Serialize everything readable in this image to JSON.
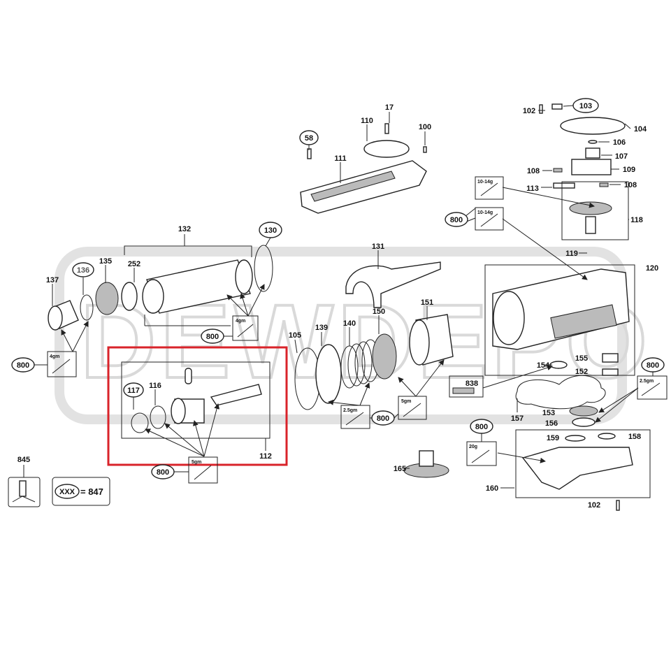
{
  "watermark": "DEWDEPO",
  "highlight_color": "#d9232a",
  "callouts": {
    "p58": "58",
    "p111": "111",
    "p110": "110",
    "p17": "17",
    "p100": "100",
    "p102a": "102",
    "p103": "103",
    "p104": "104",
    "p106": "106",
    "p107": "107",
    "p108a": "108",
    "p109": "109",
    "p113": "113",
    "p108b": "108",
    "p118": "118",
    "p119": "119",
    "p120": "120",
    "p132": "132",
    "p130": "130",
    "p137": "137",
    "p136": "136",
    "p135": "135",
    "p252": "252",
    "p131": "131",
    "p105": "105",
    "p139": "139",
    "p140": "140",
    "p150": "150",
    "p151": "151",
    "p117": "117",
    "p116": "116",
    "p112": "112",
    "p838": "838",
    "p154": "154",
    "p155": "155",
    "p152": "152",
    "p157": "157",
    "p153": "153",
    "p156": "156",
    "p159": "159",
    "p158": "158",
    "p160": "160",
    "p102b": "102",
    "p165": "165",
    "p845": "845"
  },
  "grease": [
    {
      "ref": "800",
      "qty": "10-14g"
    },
    {
      "ref": "800",
      "qty": "10-14g"
    },
    {
      "ref": "800",
      "qty": "4gm"
    },
    {
      "ref": "800",
      "qty": "4gm"
    },
    {
      "ref": "800",
      "qty": "5gm"
    },
    {
      "ref": "800",
      "qty": "2.5gm"
    },
    {
      "ref": "800",
      "qty": "5gm"
    },
    {
      "ref": "800",
      "qty": "2.5gm"
    },
    {
      "ref": "800",
      "qty": "20g"
    }
  ],
  "legend": {
    "symbol": "XXX",
    "equals": "= 847"
  }
}
